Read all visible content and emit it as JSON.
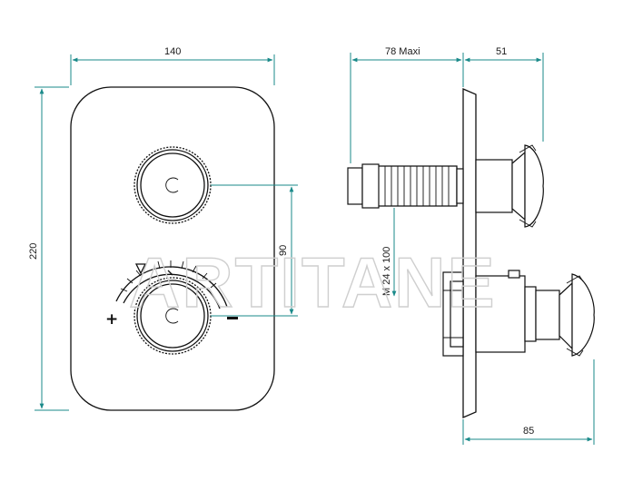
{
  "drawing": {
    "front_view": {
      "width_label": "140",
      "height_label": "220",
      "spacing_label": "90",
      "plus_symbol": "+",
      "minus_symbol": "−"
    },
    "side_view": {
      "depth_label": "78 Maxi",
      "handle_label": "51",
      "projection_label": "85",
      "thread_label": "M 24 x 100"
    },
    "watermark": "ARTITANE"
  },
  "colors": {
    "dimension": "#1a8a8a",
    "outline": "#111111"
  }
}
